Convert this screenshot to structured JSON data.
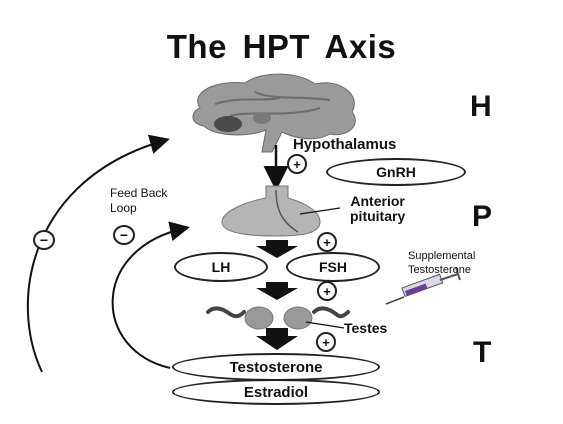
{
  "title": "The HPT  Axis",
  "levels": {
    "h": "H",
    "p": "P",
    "t": "T"
  },
  "hypothalamus": "Hypothalamus",
  "gnrh": "GnRH",
  "anterior_pituitary": [
    "Anterior",
    "pituitary"
  ],
  "lh": "LH",
  "fsh": "FSH",
  "testes": "Testes",
  "testosterone": "Testosterone",
  "estradiol": "Estradiol",
  "feedback": [
    "Feed Back",
    "Loop"
  ],
  "supplemental": [
    "Supplemental",
    "Testosterone"
  ],
  "plus": "+",
  "minus": "−"
}
